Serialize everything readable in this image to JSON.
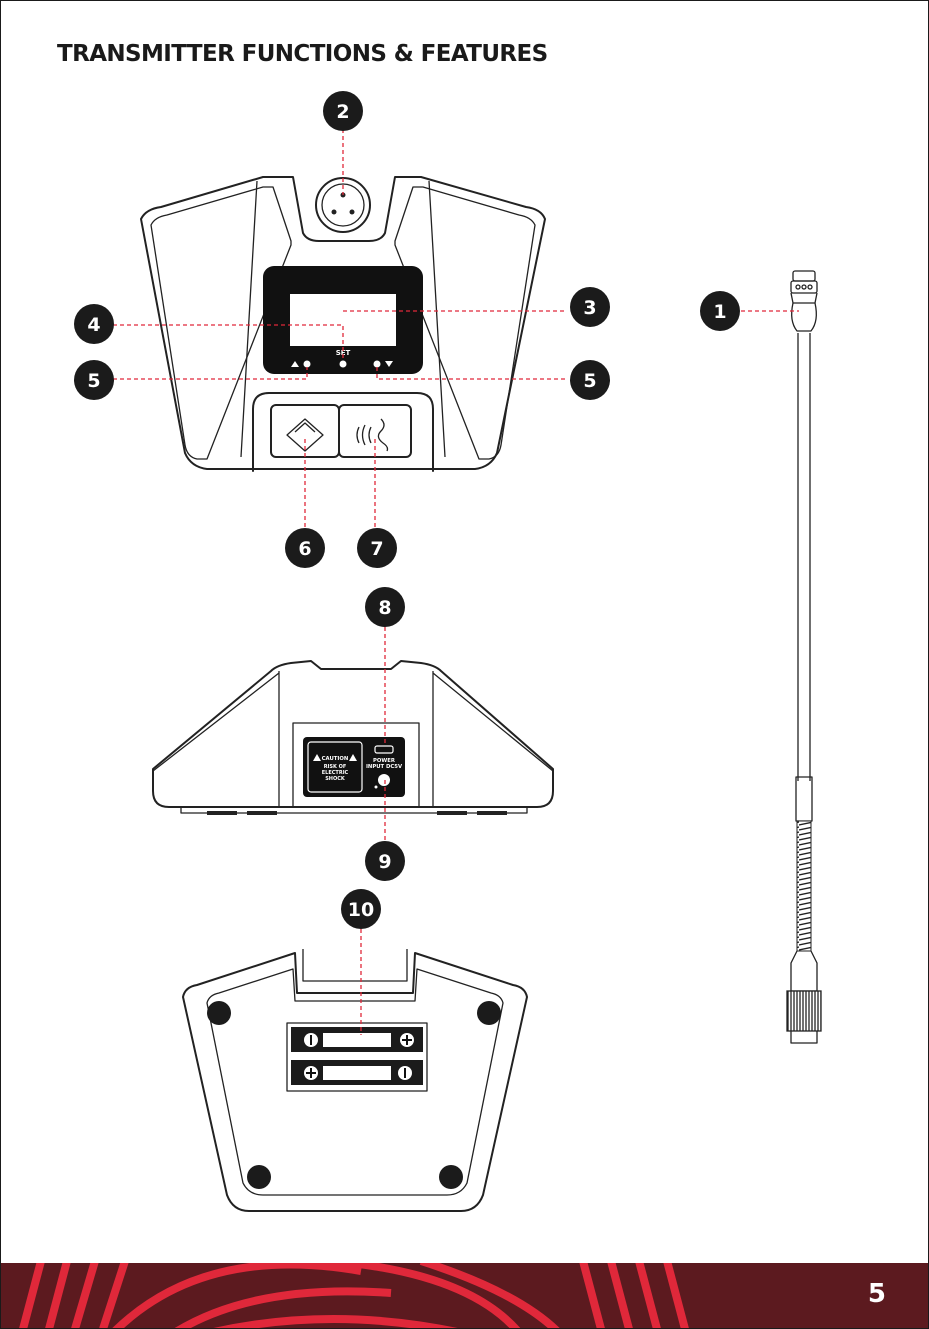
{
  "title": "TRANSMITTER FUNCTIONS & FEATURES",
  "callouts": [
    "1",
    "2",
    "3",
    "4",
    "5",
    "5",
    "6",
    "7",
    "8",
    "9",
    "10"
  ],
  "device_labels": {
    "set": "SET",
    "caution": "CAUTION",
    "risk_line1": "RISK OF",
    "risk_line2": "ELECTRIC",
    "risk_line3": "SHOCK",
    "power_line1": "POWER",
    "power_line2": "INPUT DC5V"
  },
  "page_number": "5",
  "colors": {
    "leader": "#e0283a",
    "footer_bg": "#5c1a1f",
    "footer_stripes": "#e0283a",
    "badge": "#1b1b1b"
  },
  "icons": [
    "xlr-connector-icon",
    "up-arrow-icon",
    "down-arrow-icon",
    "speak-button-icon",
    "microphone-voice-icon",
    "warning-triangle-icon",
    "usb-port-icon",
    "battery-icon"
  ]
}
